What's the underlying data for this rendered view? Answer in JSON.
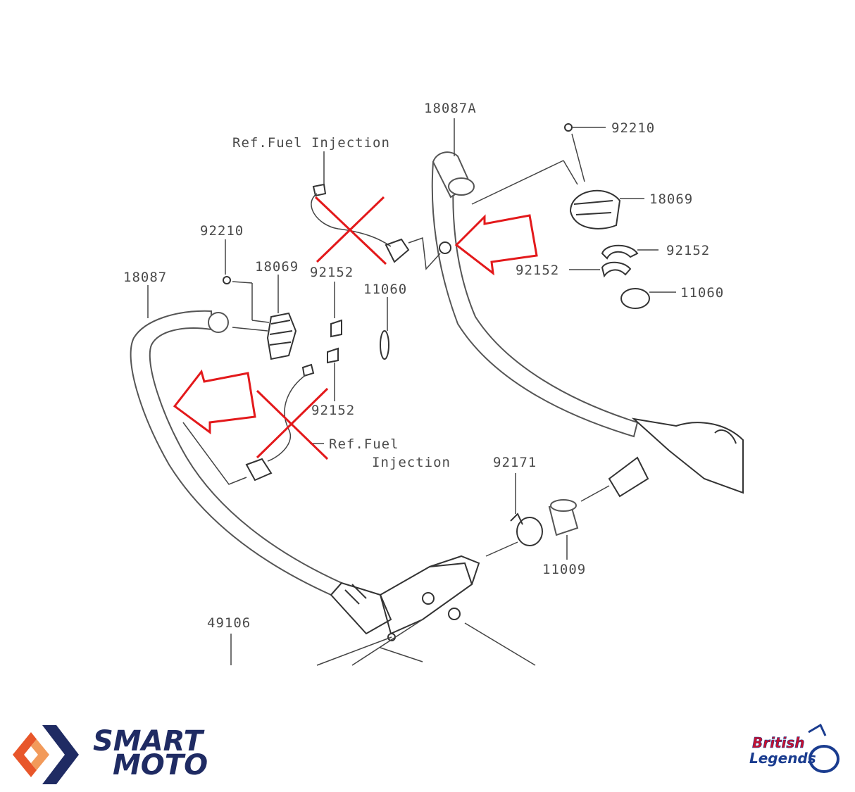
{
  "diagram": {
    "part_labels": {
      "p18087A": "18087A",
      "p92210_right": "92210",
      "p18069_right": "18069",
      "p92152_right_a": "92152",
      "p92152_right_b": "92152",
      "p11060_right": "11060",
      "p92210_left": "92210",
      "p18069_left": "18069",
      "p92152_left_top": "92152",
      "p11060_left": "11060",
      "p18087": "18087",
      "p92152_left_bottom": "92152",
      "p92171": "92171",
      "p11009": "11009",
      "p49106": "49106"
    },
    "references": {
      "top_ref": "Ref.Fuel Injection",
      "bottom_ref_line1": "Ref.Fuel",
      "bottom_ref_line2": "Injection"
    },
    "colors": {
      "annotation": "#e3191b",
      "line_art": "#444444"
    }
  },
  "branding": {
    "left_logo": {
      "line1": "SMART",
      "line2": "MOTO",
      "colors": [
        "#e8562a",
        "#1f2b63"
      ]
    },
    "right_logo": {
      "line1": "British",
      "line2": "Legends",
      "colors": [
        "#c8102e",
        "#1a3c8f"
      ]
    }
  }
}
